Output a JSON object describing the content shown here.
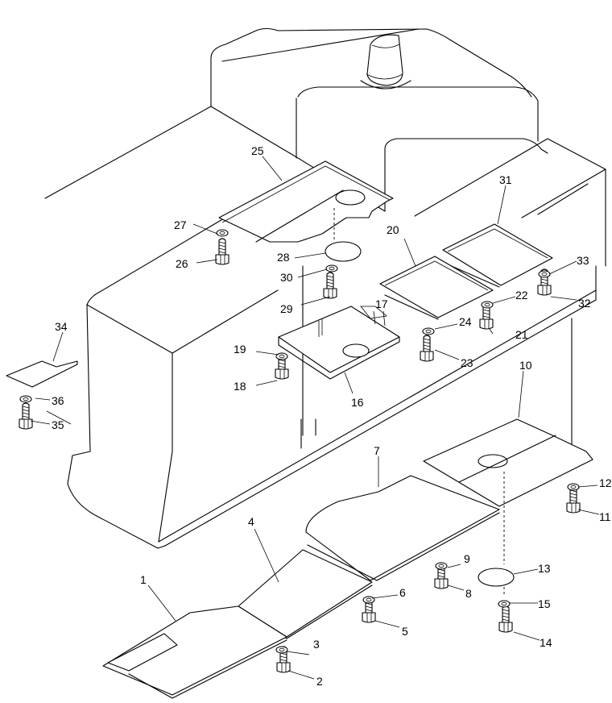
{
  "callouts": [
    {
      "id": "c1",
      "text": "1"
    },
    {
      "id": "c2",
      "text": "2"
    },
    {
      "id": "c3",
      "text": "3"
    },
    {
      "id": "c4",
      "text": "4"
    },
    {
      "id": "c5",
      "text": "5"
    },
    {
      "id": "c6",
      "text": "6"
    },
    {
      "id": "c7",
      "text": "7"
    },
    {
      "id": "c8",
      "text": "8"
    },
    {
      "id": "c9",
      "text": "9"
    },
    {
      "id": "c10",
      "text": "10"
    },
    {
      "id": "c11",
      "text": "11"
    },
    {
      "id": "c12",
      "text": "12"
    },
    {
      "id": "c13",
      "text": "13"
    },
    {
      "id": "c14",
      "text": "14"
    },
    {
      "id": "c15",
      "text": "15"
    },
    {
      "id": "c16",
      "text": "16"
    },
    {
      "id": "c17",
      "text": "17"
    },
    {
      "id": "c18",
      "text": "18"
    },
    {
      "id": "c19",
      "text": "19"
    },
    {
      "id": "c20",
      "text": "20"
    },
    {
      "id": "c21",
      "text": "21"
    },
    {
      "id": "c22",
      "text": "22"
    },
    {
      "id": "c23",
      "text": "23"
    },
    {
      "id": "c24",
      "text": "24"
    },
    {
      "id": "c25",
      "text": "25"
    },
    {
      "id": "c26",
      "text": "26"
    },
    {
      "id": "c27",
      "text": "27"
    },
    {
      "id": "c28",
      "text": "28"
    },
    {
      "id": "c29",
      "text": "29"
    },
    {
      "id": "c30",
      "text": "30"
    },
    {
      "id": "c31",
      "text": "31"
    },
    {
      "id": "c32",
      "text": "32"
    },
    {
      "id": "c33",
      "text": "33"
    },
    {
      "id": "c34",
      "text": "34"
    },
    {
      "id": "c35",
      "text": "35"
    },
    {
      "id": "c36",
      "text": "36"
    }
  ]
}
